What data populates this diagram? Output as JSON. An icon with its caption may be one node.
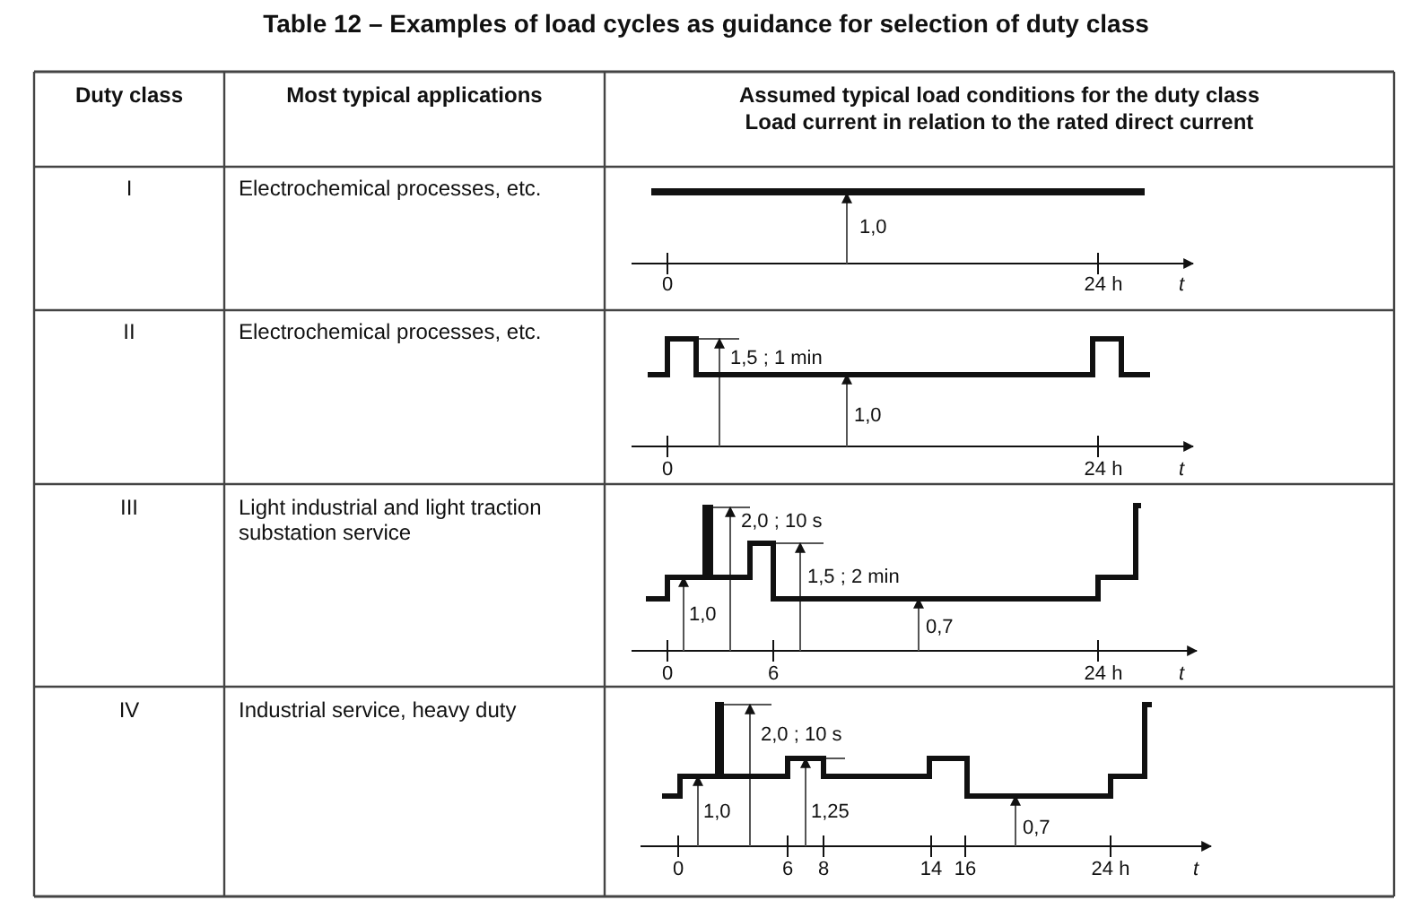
{
  "diagram": {
    "title": "Table 12 – Examples of load cycles as guidance for selection of duty class",
    "labels": [
      "Duty class",
      "Most typical applications",
      "Assumed typical load conditions for the duty class",
      "Load current in relation to the rated direct current",
      "I",
      "Electrochemical processes, etc.",
      "1,0",
      "0",
      "24 h",
      "t",
      "II",
      "Electrochemical processes, etc.",
      "1,5 ;  1 min",
      "1,0",
      "0",
      "24 h",
      "t",
      "III",
      "Light industrial and light traction substation service",
      "2,0 ;  10 s",
      "1,5 ;  2 min",
      "1,0",
      "0,7",
      "0",
      "6",
      "24 h",
      "t",
      "IV",
      "Industrial service, heavy duty",
      "2,0 ;  10 s",
      "1,0",
      "1,25",
      "0,7",
      "0",
      "6",
      "8",
      "14",
      "16",
      "24 h",
      "t"
    ]
  }
}
